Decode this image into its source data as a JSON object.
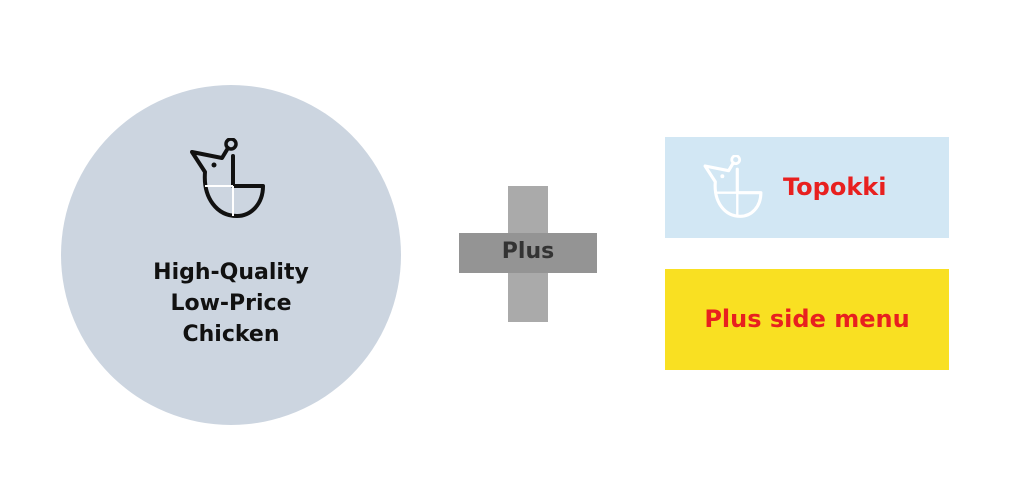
{
  "colors": {
    "circle_fill": "#ccd5e0",
    "plus_vertical": "#aaaaaa",
    "plus_horizontal": "#949494",
    "topokki_box": "#d2e7f4",
    "side_menu_box": "#f9e022",
    "accent_text": "#e8201f"
  },
  "main_item": {
    "icon": "chicken-icon",
    "lines": [
      "High-Quality",
      "Low-Price",
      "Chicken"
    ]
  },
  "operator": {
    "label": "Plus"
  },
  "options": [
    {
      "icon": "chicken-icon",
      "label": "Topokki"
    },
    {
      "label": "Plus side menu"
    }
  ]
}
